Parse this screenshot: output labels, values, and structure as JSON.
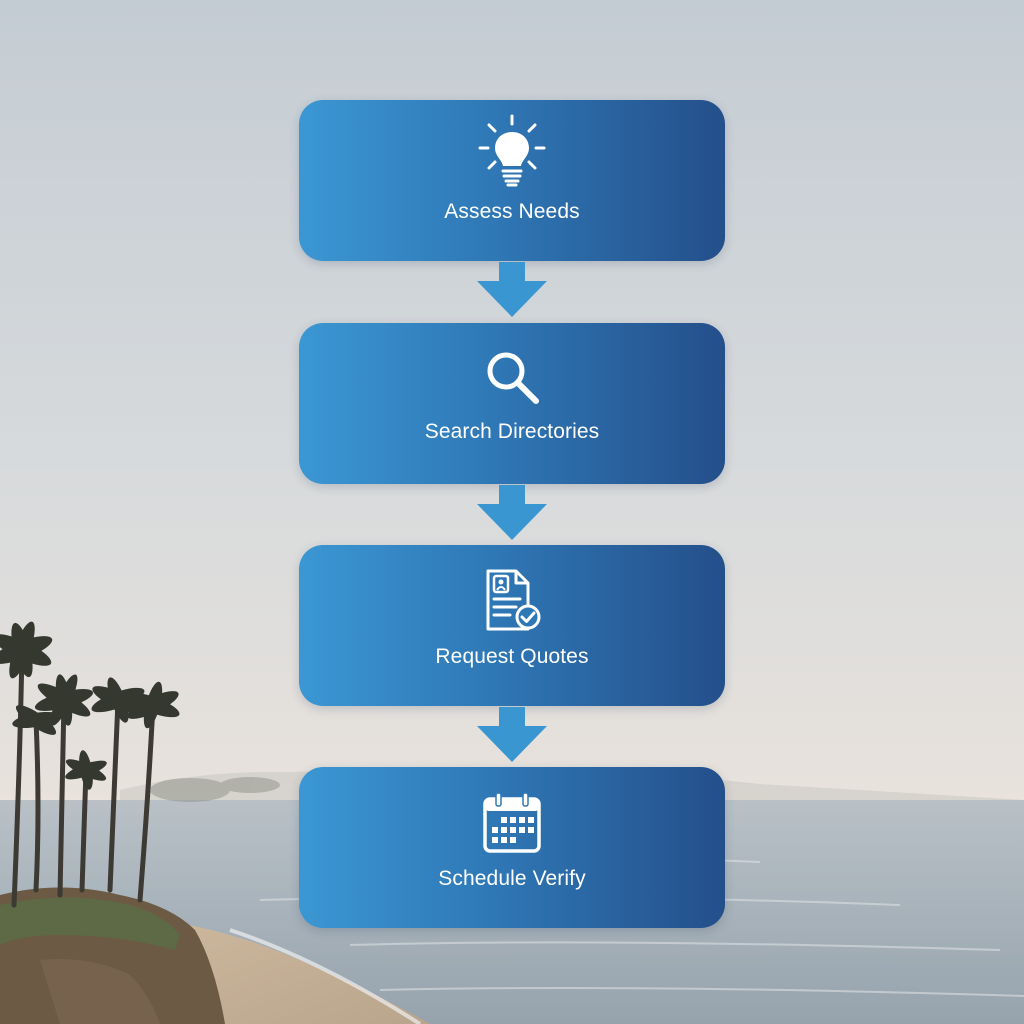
{
  "steps": [
    {
      "label": "Assess Needs",
      "icon": "lightbulb-icon"
    },
    {
      "label": "Search Directories",
      "icon": "magnifier-icon"
    },
    {
      "label": "Request Quotes",
      "icon": "document-check-icon"
    },
    {
      "label": "Schedule Verify",
      "icon": "calendar-icon"
    }
  ],
  "colors": {
    "box_start": "#3b97d3",
    "box_end": "#244f8a",
    "arrow": "#3a96d1",
    "text": "#ffffff",
    "sky_top": "#c4ccd3",
    "ocean": "#a9b4bd"
  }
}
